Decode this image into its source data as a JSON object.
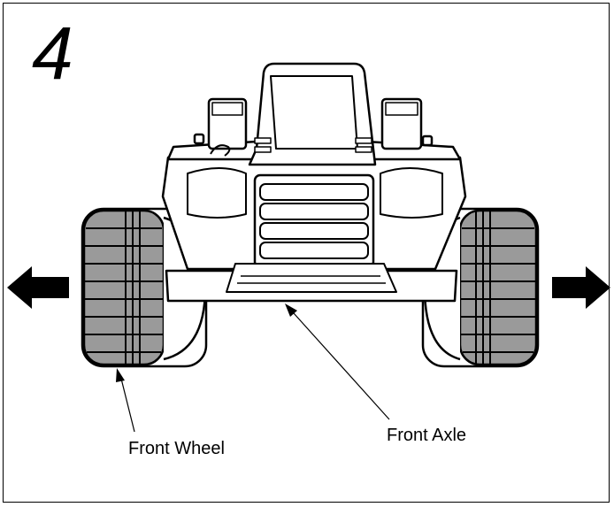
{
  "step": {
    "number": "4"
  },
  "labels": {
    "front_wheel": "Front Wheel",
    "front_axle": "Front Axle"
  },
  "colors": {
    "tire_fill": "#9a9a9a",
    "line": "#000000",
    "background": "#ffffff"
  },
  "icons": {
    "left_arrow": "arrow-left-icon",
    "right_arrow": "arrow-right-icon"
  }
}
